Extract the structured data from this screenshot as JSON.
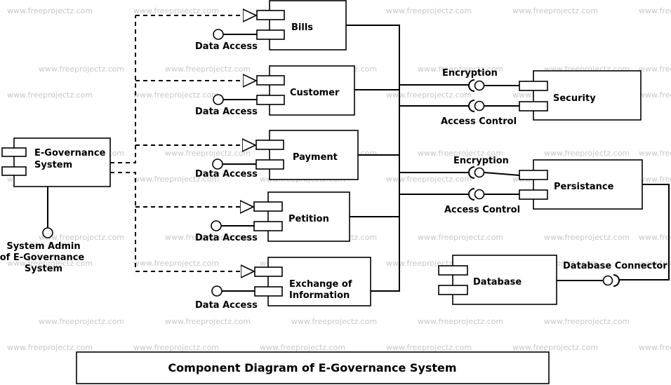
{
  "watermark": "www.freeprojectz.com",
  "title": "Component Diagram of E-Governance System",
  "main_component": {
    "lines": [
      "E-Governance",
      "System"
    ],
    "actor_lines": [
      "System Admin",
      "of E-Governance",
      "System"
    ]
  },
  "modules": [
    {
      "lines": [
        "Bills"
      ],
      "port": "Data Access"
    },
    {
      "lines": [
        "Customer"
      ],
      "port": "Data Access"
    },
    {
      "lines": [
        "Payment"
      ],
      "port": "Data Access"
    },
    {
      "lines": [
        "Petition"
      ],
      "port": "Data Access"
    },
    {
      "lines": [
        "Exchange of",
        "Information"
      ],
      "port": "Data Access"
    }
  ],
  "security": {
    "label": "Security",
    "interface_top": "Encryption",
    "interface_bottom": "Access Control"
  },
  "persistance": {
    "label": "Persistance",
    "interface_top": "Encryption",
    "interface_bottom": "Access Control"
  },
  "database": {
    "label": "Database",
    "connector": "Database Connector"
  }
}
